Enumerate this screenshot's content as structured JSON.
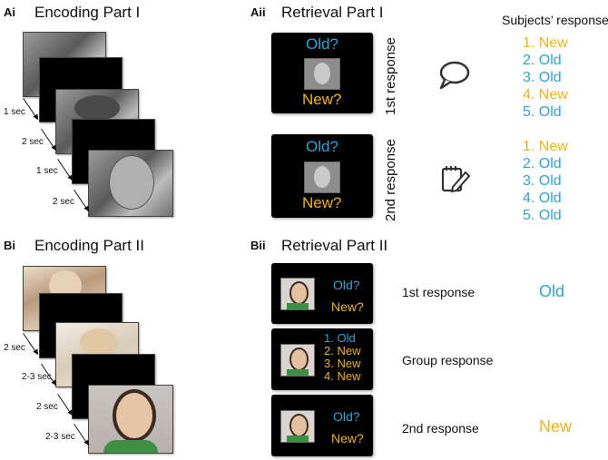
{
  "panels": {
    "ai": {
      "letter": "Ai",
      "title": "Encoding Part I"
    },
    "aii": {
      "letter": "Aii",
      "title": "Retrieval Part I"
    },
    "bi": {
      "letter": "Bi",
      "title": "Encoding Part II"
    },
    "bii": {
      "letter": "Bii",
      "title": "Retrieval Part II"
    }
  },
  "encoding_part1_times": [
    "1 sec",
    "2 sec",
    "1 sec",
    "2 sec"
  ],
  "encoding_part2_times": [
    "2 sec",
    "2-3 sec",
    "2 sec",
    "2-3 sec"
  ],
  "prompts": {
    "old": "Old?",
    "new": "New?"
  },
  "retrieval_part1": {
    "first_label": "1st response",
    "second_label": "2nd response",
    "subjects_header": "Subjects’ response",
    "first_responses": [
      "1. New",
      "2. Old",
      "3. Old",
      "4. New",
      "5. Old"
    ],
    "second_responses": [
      "1. New",
      "2. Old",
      "3. Old",
      "4. Old",
      "5. Old"
    ]
  },
  "retrieval_part2": {
    "first_label": "1st response",
    "first_answer": "Old",
    "group_label": "Group response",
    "group_list": [
      "1. Old",
      "2. New",
      "3. New",
      "4. New"
    ],
    "second_label": "2nd response",
    "second_answer": "New"
  },
  "colors": {
    "old": "#2aa7d8",
    "new": "#f2b315"
  }
}
